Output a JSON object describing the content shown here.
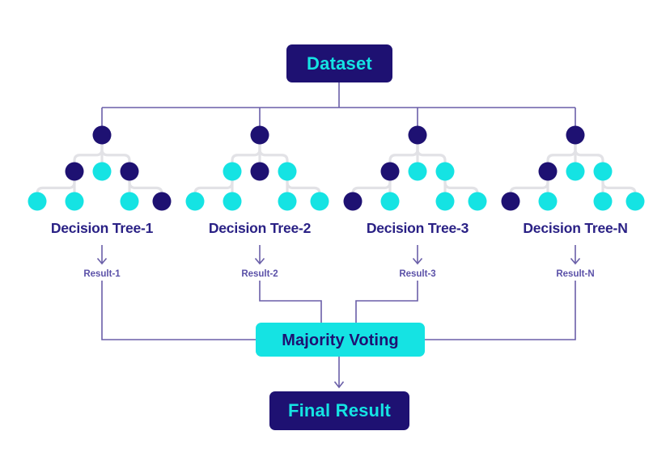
{
  "diagram": {
    "title_node": {
      "label": "Dataset",
      "fill": "#1e1172",
      "text_color": "#15e3e3"
    },
    "voting_node": {
      "label": "Majority Voting",
      "fill": "#15e3e3",
      "text_color": "#1e1172"
    },
    "final_node": {
      "label": "Final Result",
      "fill": "#1e1172",
      "text_color": "#15e3e3"
    },
    "colors": {
      "navy": "#1e1172",
      "cyan": "#15e3e3",
      "flow_line": "#6a5fa8",
      "tree_link": "#e2e2e6",
      "caption_text": "#2a2185",
      "result_text": "#5b51a8",
      "background": "#ffffff"
    },
    "trees": [
      {
        "caption": "Decision Tree-1",
        "result": "Result-1",
        "root": "navy",
        "level2": [
          "navy",
          "cyan",
          "navy"
        ],
        "level3": [
          "cyan",
          "cyan",
          "cyan",
          "navy"
        ]
      },
      {
        "caption": "Decision Tree-2",
        "result": "Result-2",
        "root": "navy",
        "level2": [
          "cyan",
          "navy",
          "cyan"
        ],
        "level3": [
          "cyan",
          "cyan",
          "cyan",
          "cyan"
        ]
      },
      {
        "caption": "Decision Tree-3",
        "result": "Result-3",
        "root": "navy",
        "level2": [
          "navy",
          "cyan",
          "cyan"
        ],
        "level3": [
          "navy",
          "cyan",
          "cyan",
          "cyan"
        ]
      },
      {
        "caption": "Decision Tree-N",
        "result": "Result-N",
        "root": "navy",
        "level2": [
          "navy",
          "cyan",
          "cyan"
        ],
        "level3": [
          "navy",
          "cyan",
          "cyan",
          "cyan"
        ]
      }
    ]
  }
}
